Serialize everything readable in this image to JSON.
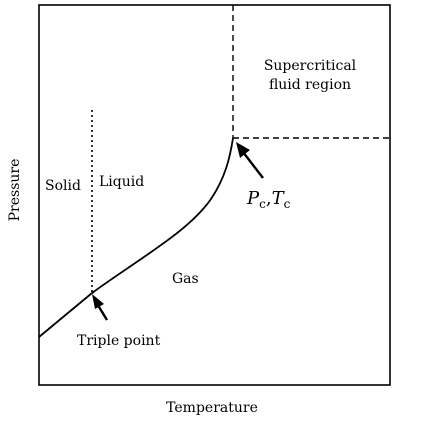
{
  "diagram": {
    "axes": {
      "x_label": "Temperature",
      "y_label": "Pressure"
    },
    "regions": {
      "solid": "Solid",
      "liquid": "Liquid",
      "gas": "Gas",
      "supercritical_line1": "Supercritical",
      "supercritical_line2": "fluid region"
    },
    "annotations": {
      "triple_point": "Triple point",
      "critical_point": {
        "p_symbol": "P",
        "p_sub": "c",
        "separator": ",",
        "t_symbol": "T",
        "t_sub": "c"
      }
    },
    "colors": {
      "ink": "#000000",
      "background": "#ffffff"
    }
  }
}
